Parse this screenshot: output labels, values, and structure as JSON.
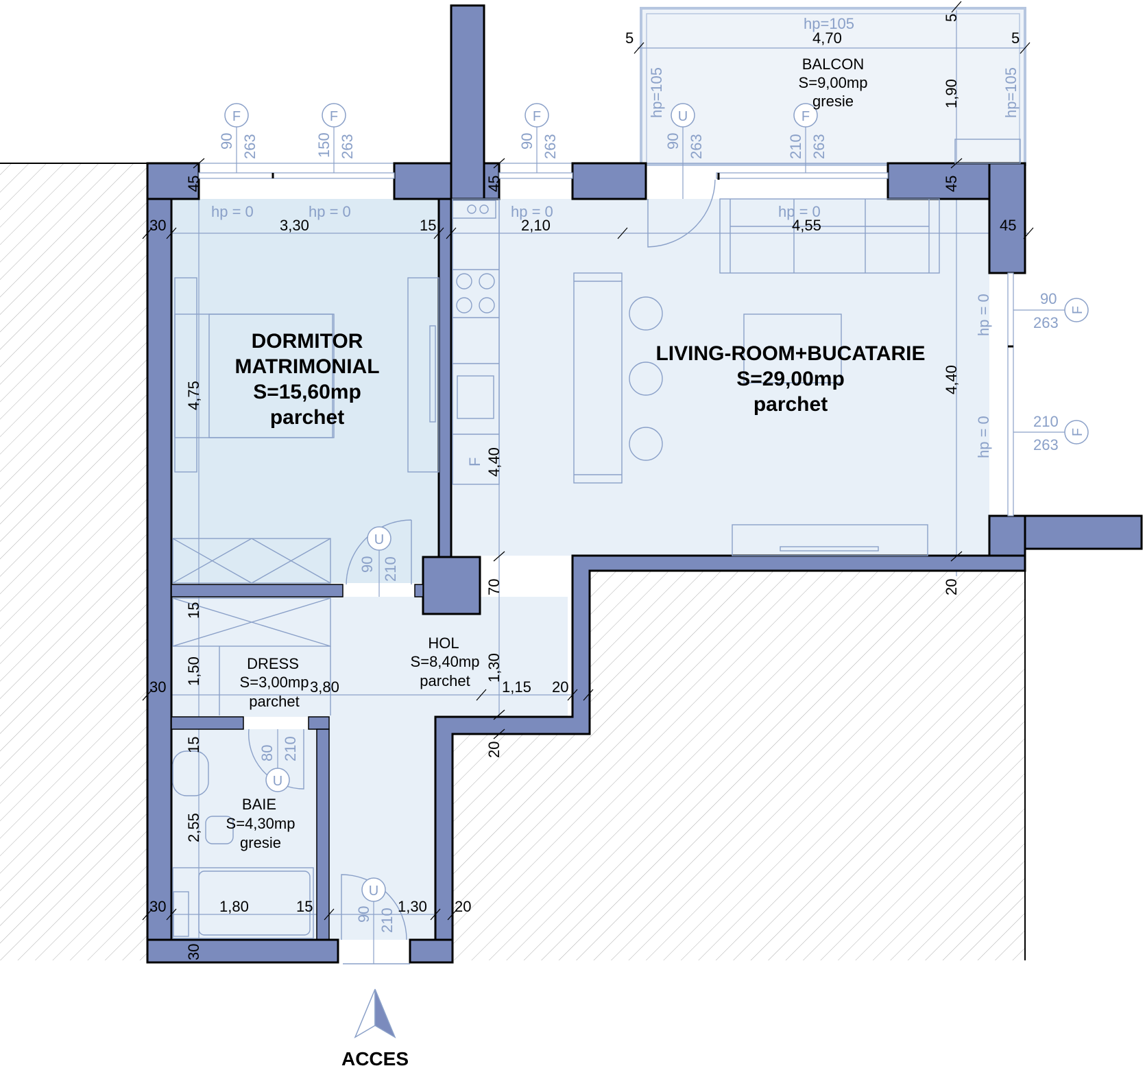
{
  "rooms": {
    "bedroom": {
      "name1": "DORMITOR",
      "name2": "MATRIMONIAL",
      "area": "S=15,60mp",
      "floor": "parchet"
    },
    "living": {
      "name": "LIVING-ROOM+BUCATARIE",
      "area": "S=29,00mp",
      "floor": "parchet"
    },
    "balcony": {
      "name": "BALCON",
      "area": "S=9,00mp",
      "floor": "gresie"
    },
    "hall": {
      "name": "HOL",
      "area": "S=8,40mp",
      "floor": "parchet"
    },
    "dress": {
      "name": "DRESS",
      "area": "S=3,00mp",
      "floor": "parchet"
    },
    "bath": {
      "name": "BAIE",
      "area": "S=4,30mp",
      "floor": "gresie"
    }
  },
  "dims": {
    "d45a": "45",
    "d45b": "45",
    "d45c": "45",
    "d45d": "45",
    "d30a": "30",
    "d330": "3,30",
    "d15a": "15",
    "d210": "2,10",
    "d455": "4,55",
    "d475": "4,75",
    "d440a": "4,40",
    "d440b": "4,40",
    "d70": "70",
    "d20a": "20",
    "d15b": "15",
    "d150": "1,50",
    "d30b": "30",
    "d380": "3,80",
    "d130a": "1,30",
    "d115": "1,15",
    "d20b": "20",
    "d15c": "15",
    "d20c": "20",
    "d255": "2,55",
    "d30c": "30",
    "d180": "1,80",
    "d15d": "15",
    "d130b": "1,30",
    "d20d": "20",
    "d30d": "30",
    "d470": "4,70",
    "d190": "1,90",
    "d5a": "5",
    "d5b": "5",
    "d5c": "5"
  },
  "openings": {
    "w1": {
      "type": "F",
      "w": "90",
      "h": "263"
    },
    "w2": {
      "type": "F",
      "w": "150",
      "h": "263"
    },
    "w3": {
      "type": "F",
      "w": "90",
      "h": "263"
    },
    "d1": {
      "type": "U",
      "w": "90",
      "h": "263"
    },
    "w4": {
      "type": "F",
      "w": "210",
      "h": "263"
    },
    "w5": {
      "type": "F",
      "w": "90",
      "h": "263"
    },
    "w6": {
      "type": "F",
      "w": "210",
      "h": "263"
    },
    "d2": {
      "type": "U",
      "w": "90",
      "h": "210"
    },
    "d3": {
      "type": "U",
      "w": "80",
      "h": "210"
    },
    "d4": {
      "type": "U",
      "w": "90",
      "h": "210"
    }
  },
  "hp": {
    "a": "hp =  0",
    "b": "hp =  0",
    "c": "hp =  0",
    "d": "hp =  0",
    "e": "hp = 0",
    "f": "hp = 0",
    "bal_top": "hp=105",
    "bal_left": "hp=105",
    "bal_right": "hp=105"
  },
  "fridge_label": "F",
  "access": "ACCES",
  "colors": {
    "wall": "#7b8bbd",
    "floor": "#dceaf4",
    "annotation": "#8aa0c8"
  }
}
